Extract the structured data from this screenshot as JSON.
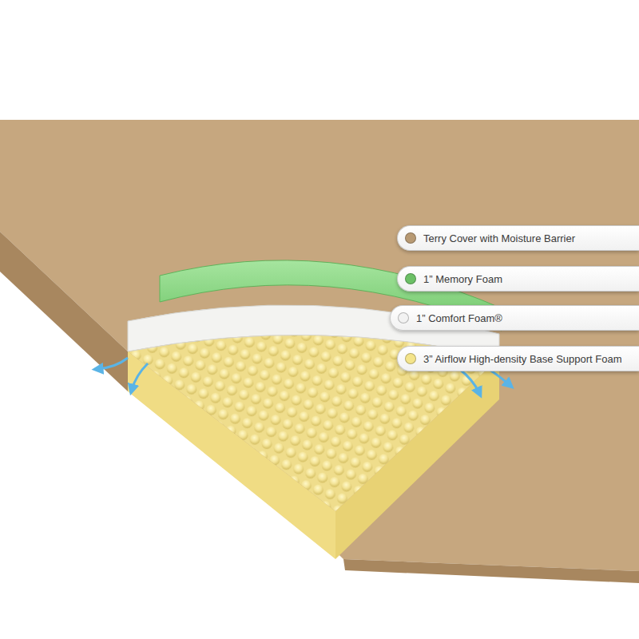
{
  "diagram": {
    "nodes": [
      {
        "text": [
          "Terry Cover with Moisture Barrier"
        ]
      },
      {
        "text": [
          "1” Memory Foam"
        ]
      },
      {
        "text": [
          "1” Comfort Foam®"
        ]
      },
      {
        "text": [
          "3” Airflow High-density Base Support Foam"
        ]
      }
    ]
  }
}
